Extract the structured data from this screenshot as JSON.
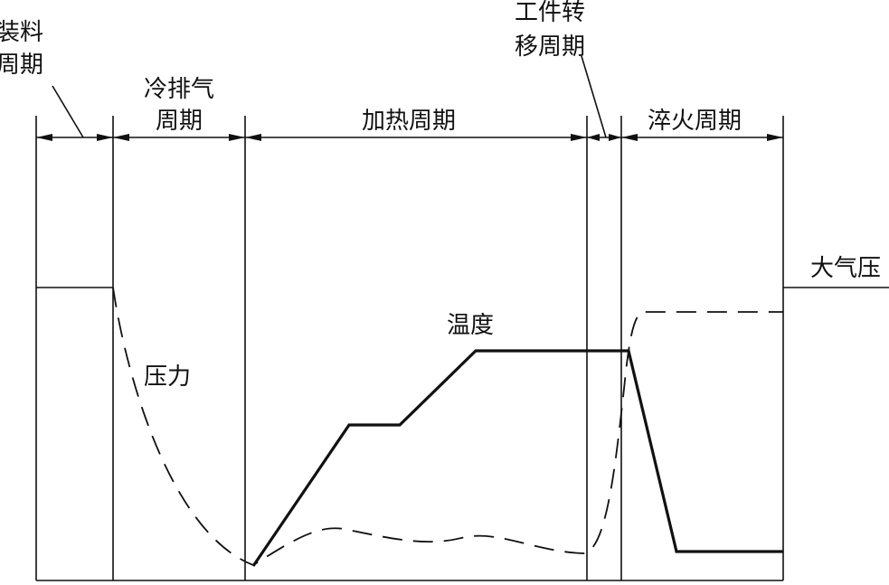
{
  "stages": {
    "loading": {
      "line1": "装料",
      "line2": "周期"
    },
    "cold_exhaust": {
      "line1": "冷排气",
      "line2": "周期"
    },
    "heating": {
      "label": "加热周期"
    },
    "transfer": {
      "line1": "工件转",
      "line2": "移周期"
    },
    "quench": {
      "label": "淬火周期"
    }
  },
  "curves": {
    "pressure": {
      "label": "压力",
      "style": "dashed"
    },
    "temperature": {
      "label": "温度",
      "style": "solid-thick"
    }
  },
  "reference": {
    "atmospheric": "大气压"
  },
  "colors": {
    "ink": "#111111",
    "background": "#ffffff"
  }
}
